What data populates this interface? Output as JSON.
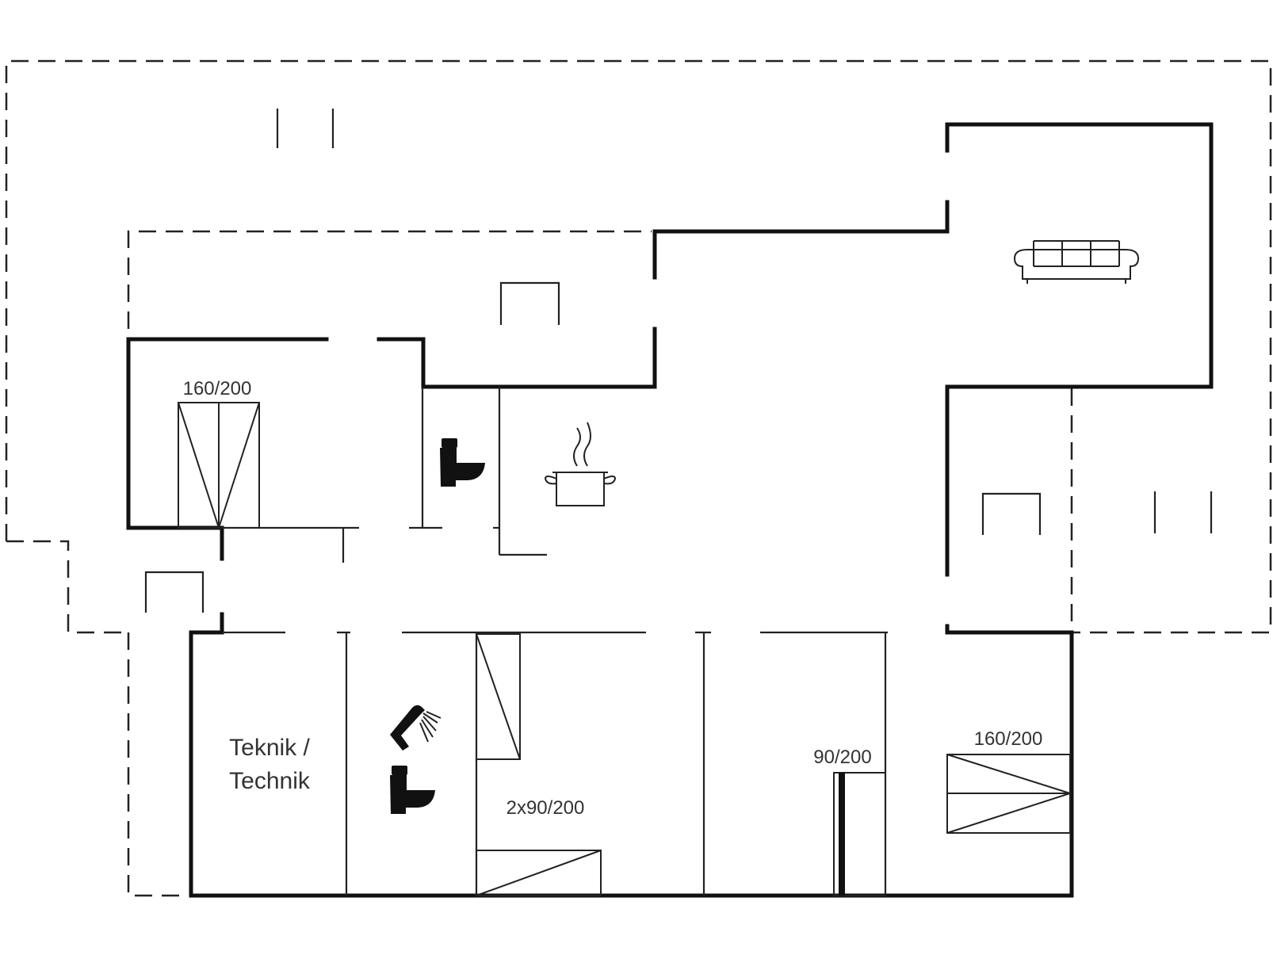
{
  "labels": {
    "bed_master": "160/200",
    "bed_right": "160/200",
    "bed_single": "90/200",
    "bed_twin": "2x90/200",
    "technik_line1": "Teknik /",
    "technik_line2": "Technik"
  },
  "icons": [
    "toilet-icon",
    "cooking-pot-icon",
    "sofa-icon",
    "shower-icon",
    "bed-icon",
    "door-icon"
  ],
  "colors": {
    "line": "#111111",
    "text": "#333333",
    "background": "#ffffff"
  }
}
